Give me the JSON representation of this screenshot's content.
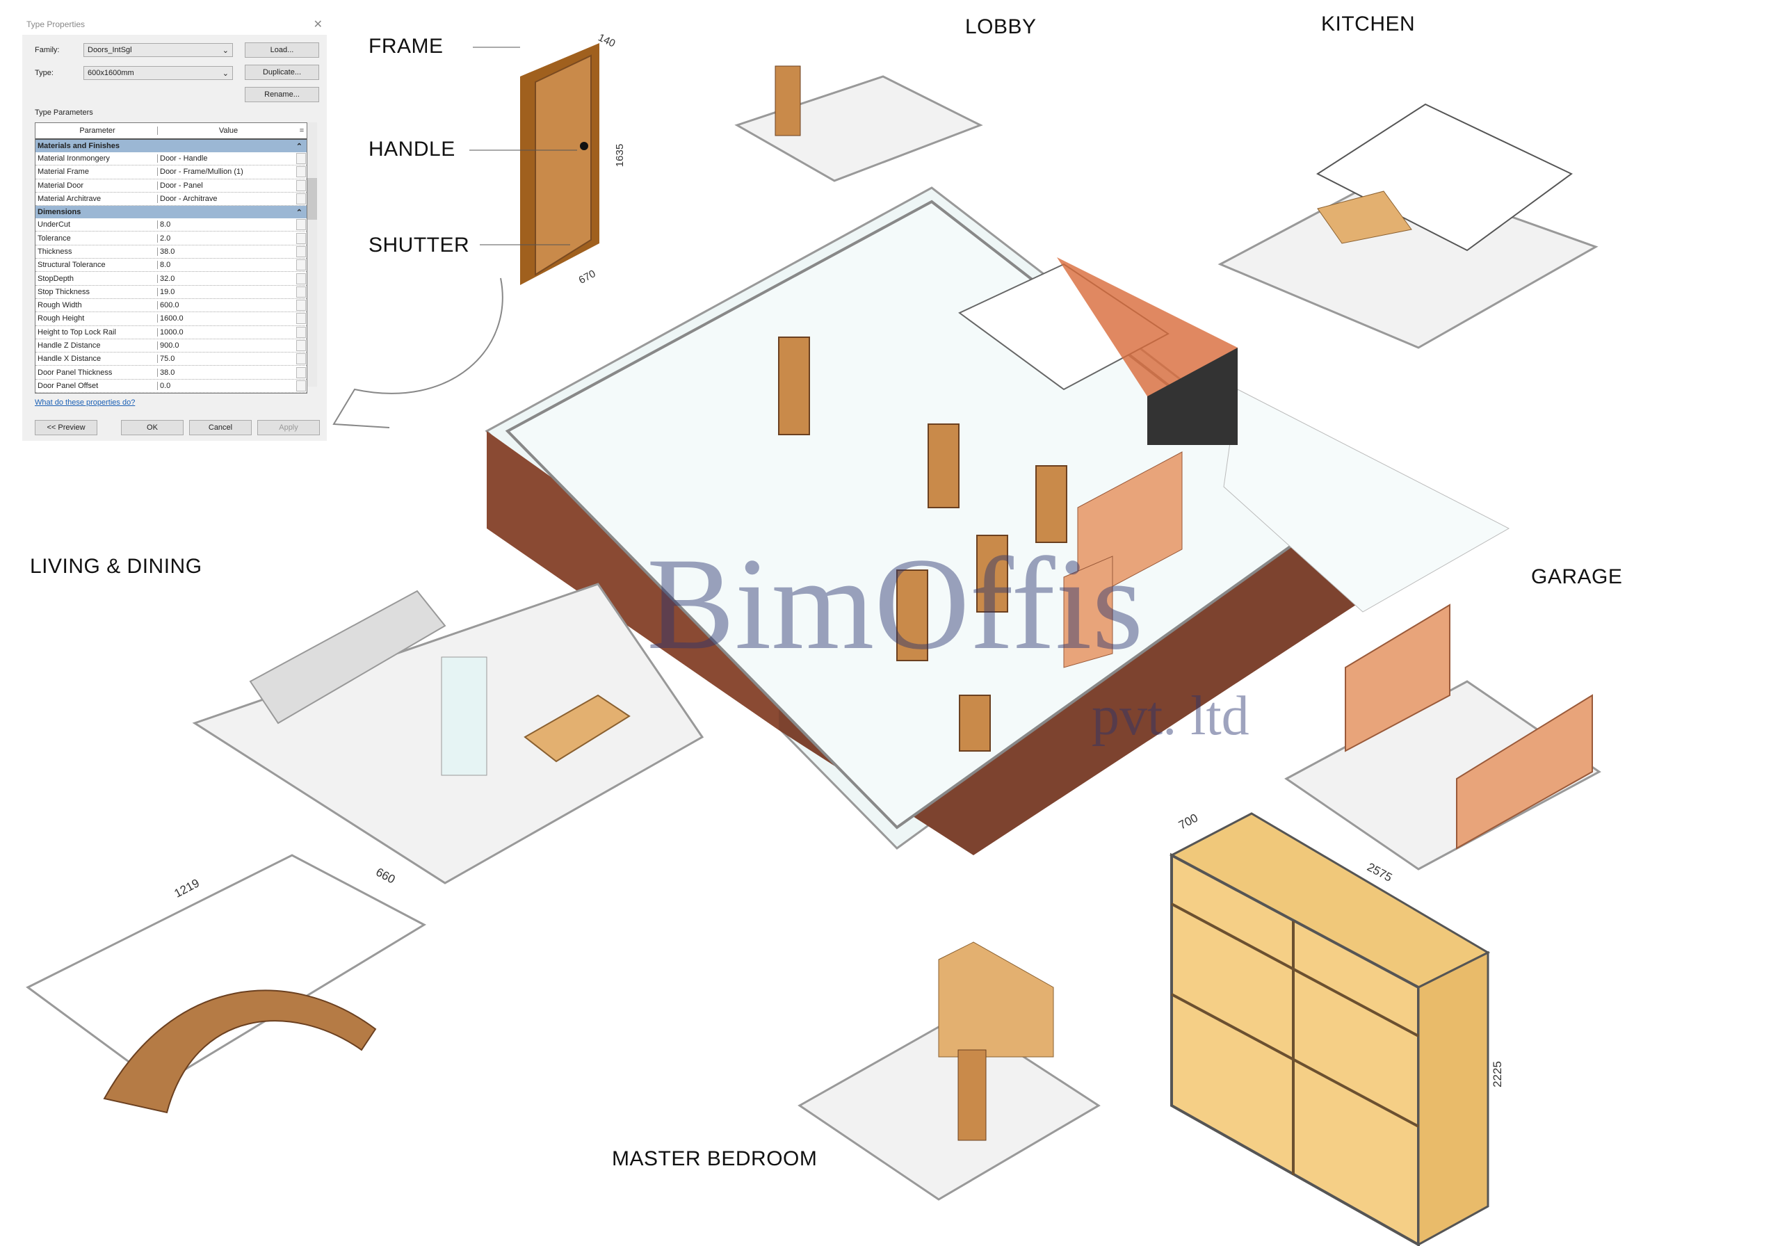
{
  "dialog": {
    "title": "Type Properties",
    "close_icon": "close-icon",
    "family_label": "Family:",
    "family_value": "Doors_IntSgl",
    "type_label": "Type:",
    "type_value": "600x1600mm",
    "load_label": "Load...",
    "duplicate_label": "Duplicate...",
    "rename_label": "Rename...",
    "section_label": "Type Parameters",
    "col_parameter": "Parameter",
    "col_value": "Value",
    "col_eq": "=",
    "groups": [
      {
        "name": "Materials and Finishes",
        "rows": [
          [
            "Material Ironmongery",
            "Door - Handle"
          ],
          [
            "Material Frame",
            "Door - Frame/Mullion (1)"
          ],
          [
            "Material Door",
            "Door - Panel"
          ],
          [
            "Material Architrave",
            "Door - Architrave"
          ]
        ]
      },
      {
        "name": "Dimensions",
        "rows": [
          [
            "UnderCut",
            "8.0"
          ],
          [
            "Tolerance",
            "2.0"
          ],
          [
            "Thickness",
            "38.0"
          ],
          [
            "Structural Tolerance",
            "8.0"
          ],
          [
            "StopDepth",
            "32.0"
          ],
          [
            "Stop Thickness",
            "19.0"
          ],
          [
            "Rough Width",
            "600.0"
          ],
          [
            "Rough Height",
            "1600.0"
          ],
          [
            "Height to Top Lock Rail",
            "1000.0"
          ],
          [
            "Handle Z Distance",
            "900.0"
          ],
          [
            "Handle X Distance",
            "75.0"
          ],
          [
            "Door Panel Thickness",
            "38.0"
          ],
          [
            "Door Panel Offset",
            "0.0"
          ]
        ]
      }
    ],
    "help_link": "What do these properties do?",
    "preview_label": "<< Preview",
    "ok_label": "OK",
    "cancel_label": "Cancel",
    "apply_label": "Apply"
  },
  "callouts": {
    "frame": "FRAME",
    "handle": "HANDLE",
    "shutter": "SHUTTER",
    "lobby": "LOBBY",
    "kitchen": "KITCHEN",
    "living": "LIVING & DINING",
    "garage": "GARAGE",
    "master": "MASTER BEDROOM"
  },
  "dimensions": {
    "door_depth": "140",
    "door_height": "1635",
    "door_width": "670",
    "table_length": "1219",
    "table_width": "660",
    "wardrobe_depth": "700",
    "wardrobe_width": "2575",
    "wardrobe_height": "2225"
  },
  "watermark": {
    "line1": "BimOffis",
    "line2": "pvt. ltd"
  },
  "colors": {
    "wood": "#c98a4a",
    "brick": "#8a4a33",
    "group_header": "#9bb7d4",
    "link": "#1a5fb4"
  }
}
